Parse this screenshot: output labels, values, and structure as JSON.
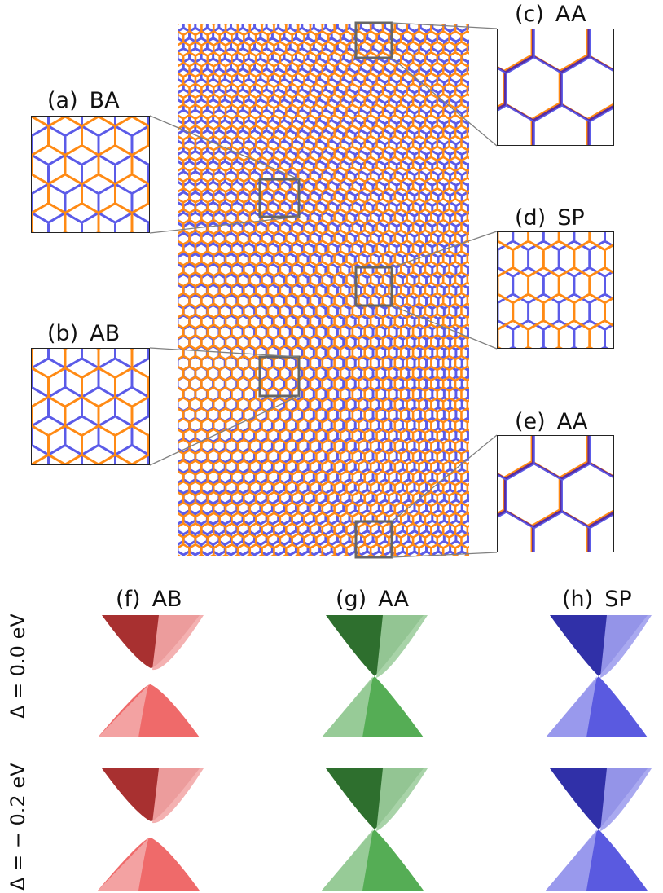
{
  "colors": {
    "layer1": "#5b5be8",
    "layer2": "#ff8a14",
    "overlap": "#5a2ca0",
    "gray": "#808080"
  },
  "panels": {
    "a": {
      "tag": "(a)",
      "stacking": "BA"
    },
    "b": {
      "tag": "(b)",
      "stacking": "AB"
    },
    "c": {
      "tag": "(c)",
      "stacking": "AA"
    },
    "d": {
      "tag": "(d)",
      "stacking": "SP"
    },
    "e": {
      "tag": "(e)",
      "stacking": "AA"
    }
  },
  "bands": {
    "columns": [
      {
        "tag": "(f)",
        "stacking": "AB",
        "dark": "#a83030",
        "light": "#ef6a6a",
        "faint": "#f3a8a8"
      },
      {
        "tag": "(g)",
        "stacking": "AA",
        "dark": "#2e6f2e",
        "light": "#55ad55",
        "faint": "#9fce9f"
      },
      {
        "tag": "(h)",
        "stacking": "SP",
        "dark": "#3030a8",
        "light": "#5a5ae0",
        "faint": "#a0a0ee"
      }
    ],
    "rows": [
      {
        "label": "Δ = 0.0 eV"
      },
      {
        "label": "Δ = − 0.2 eV"
      }
    ]
  }
}
